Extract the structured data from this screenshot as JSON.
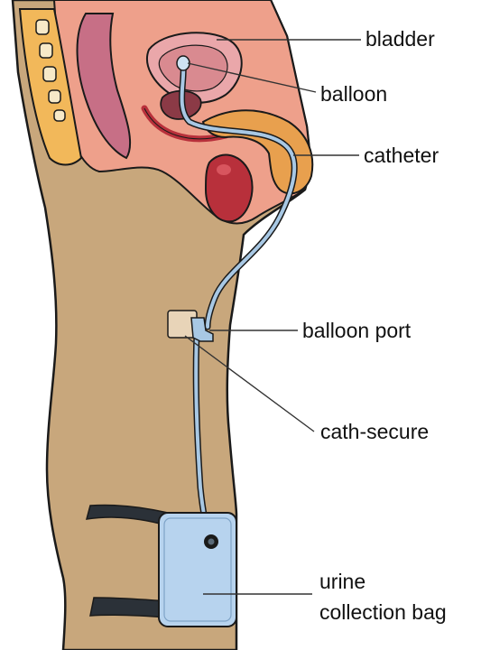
{
  "labels": {
    "bladder": "bladder",
    "balloon": "balloon",
    "catheter": "catheter",
    "balloon_port": "balloon port",
    "cath_secure": "cath-secure",
    "bag_line1": "urine",
    "bag_line2": "collection bag"
  },
  "colors": {
    "skin": "#c8a77c",
    "pelvis": "#eea08b",
    "spine": "#f2b85a",
    "rectum": "#c76f86",
    "bladder": "#eaa7aa",
    "organ_dark": "#b8303b",
    "prostate": "#8b3a46",
    "penis_orange": "#e8a04e",
    "tube": "#a8c8e4",
    "bag": "#b7d3ee",
    "strap": "#2b3138",
    "cath_secure": "#e8d4b8",
    "outline": "#1a1a1a"
  }
}
